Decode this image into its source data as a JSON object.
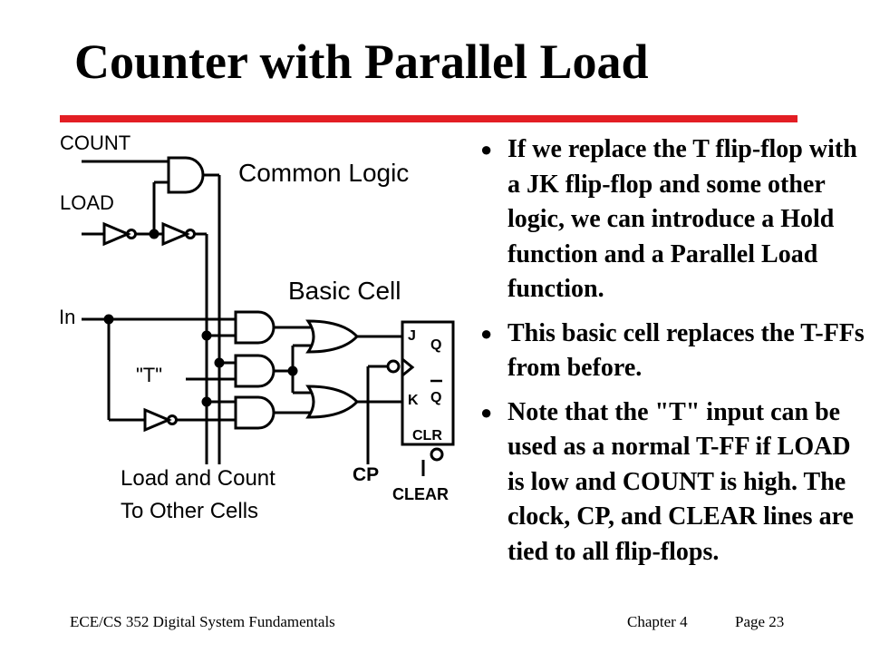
{
  "title": "Counter with Parallel Load",
  "accent_color": "#e31e24",
  "diagram": {
    "label_count": "COUNT",
    "label_load": "LOAD",
    "label_in": "In",
    "label_t": "\"T\"",
    "label_common_logic": "Common Logic",
    "label_basic_cell": "Basic Cell",
    "label_load_count": "Load and Count",
    "label_to_other": "To Other Cells",
    "label_j": "J",
    "label_k": "K",
    "label_q": "Q",
    "label_q_bar": "Q",
    "label_clr": "CLR",
    "label_cp": "CP",
    "label_clear": "CLEAR"
  },
  "bullets": [
    {
      "bullet_icon": "bullet-dot-icon",
      "text": "If we replace the T flip-flop with a JK flip-flop and some other logic, we can introduce a Hold function and a Parallel Load function."
    },
    {
      "bullet_icon": "bullet-dot-icon",
      "text": "This basic cell replaces the T-FFs from before."
    },
    {
      "bullet_icon": "bullet-dot-icon",
      "text": "Note that the \"T\" input can be used as a normal T-FF if LOAD is low and COUNT is high. The clock, CP, and CLEAR lines are tied to all flip-flops."
    }
  ],
  "footer": {
    "course": "ECE/CS 352  Digital System Fundamentals",
    "chapter": "Chapter 4",
    "page": "Page 23"
  }
}
